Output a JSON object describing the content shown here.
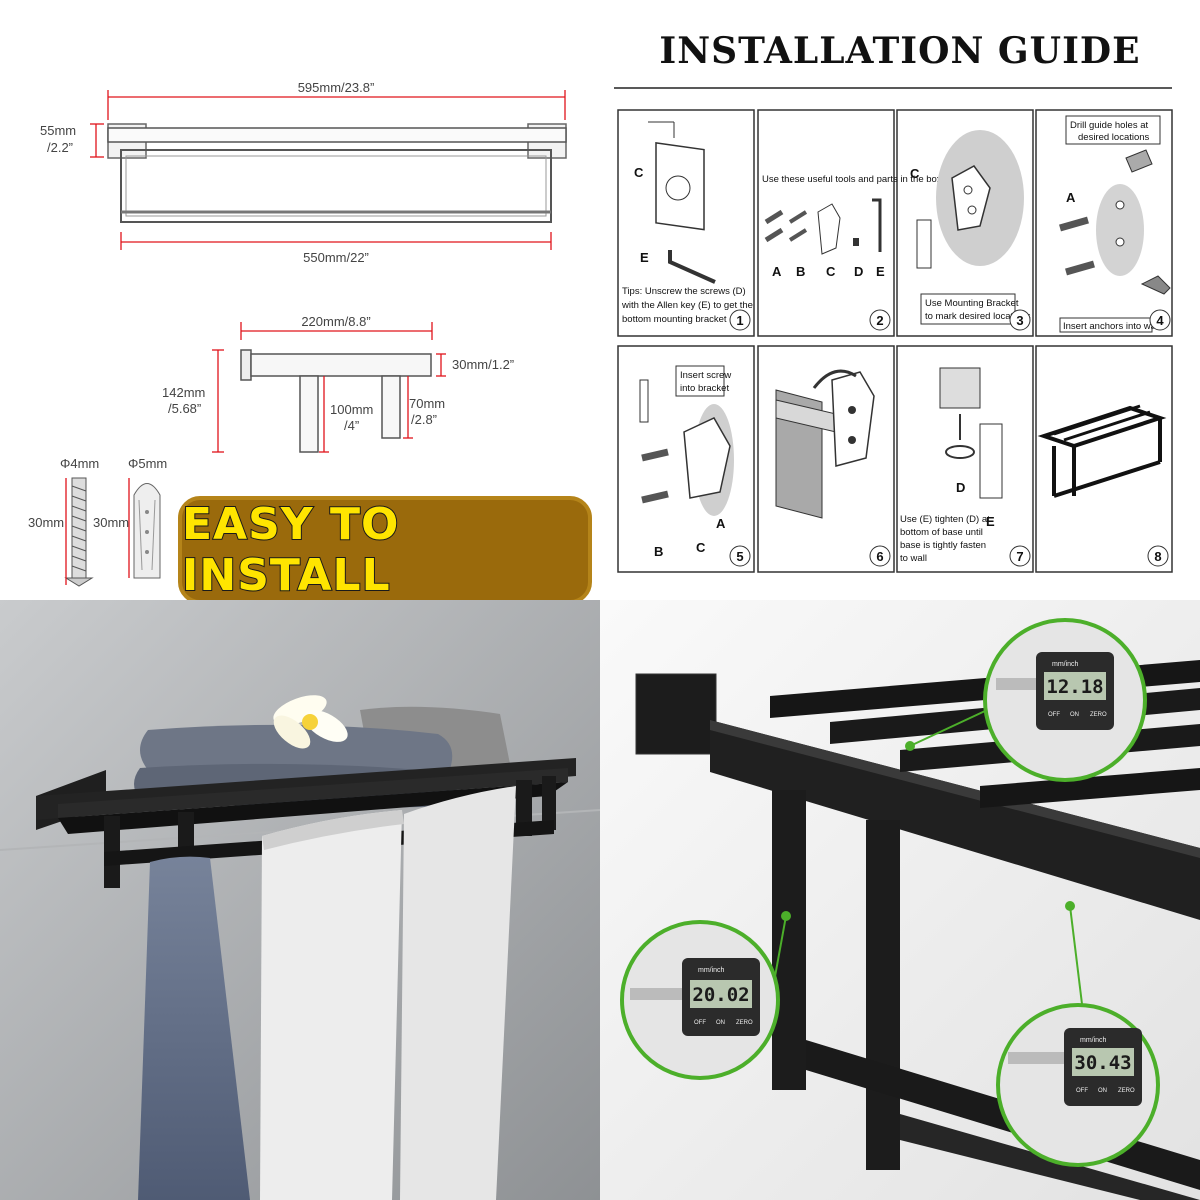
{
  "dimensions": {
    "rack_width_label": "595mm/23.8”",
    "bar_width_label": "550mm/22”",
    "height_label_1": "55mm",
    "height_label_2": "/2.2”",
    "side_width_label": "220mm/8.8”",
    "side_thick_label": "30mm/1.2”",
    "side_total_1": "142mm",
    "side_total_2": "/5.68”",
    "post_1": "100mm",
    "post_2": "/4”",
    "post2_1": "70mm",
    "post2_2": "/2.8”",
    "screw_dia": "Φ4mm",
    "anchor_dia": "Φ5mm",
    "screw_len": "30mm",
    "anchor_len": "30mm"
  },
  "badge": {
    "text": "EASY  TO  INSTALL"
  },
  "guide": {
    "title": "INSTALLATION  GUIDE",
    "steps": [
      {
        "num": "1",
        "label_c": "C",
        "label_e": "E",
        "tip_1": "Tips: Unscrew the screws (D)",
        "tip_2": "with the Allen key (E) to get the",
        "tip_3": "bottom mounting bracket (C)."
      },
      {
        "num": "2",
        "text": "Use these useful tools and parts in the box.",
        "parts": [
          "A",
          "B",
          "C",
          "D",
          "E"
        ]
      },
      {
        "num": "3",
        "label_c": "C",
        "text_1": "Use Mounting Bracket",
        "text_2": "to mark desired locations"
      },
      {
        "num": "4",
        "top_1": "Drill guide holes at",
        "top_2": "desired locations",
        "label_a": "A",
        "bottom": "Insert anchors into wall"
      },
      {
        "num": "5",
        "top_1": "Insert screw",
        "top_2": "into bracket",
        "label_a": "A",
        "label_b": "B",
        "label_c": "C"
      },
      {
        "num": "6"
      },
      {
        "num": "7",
        "label_d": "D",
        "label_e": "E",
        "t1": "Use (E) tighten (D) at",
        "t2": "bottom of base until",
        "t3": "base is tightly fasten",
        "t4": "to wall"
      },
      {
        "num": "8"
      }
    ]
  },
  "measure": {
    "brand": "mm/inch",
    "readings": [
      "12.18",
      "20.02",
      "30.43"
    ],
    "buttons": [
      "OFF",
      "ON",
      "ZERO"
    ]
  },
  "colors": {
    "dimension_red": "#e0141b",
    "badge_bg": "#9a6a0c",
    "badge_text": "#ffe500",
    "callout_green": "#4caf2a",
    "rack_black": "#1c1c1c"
  }
}
